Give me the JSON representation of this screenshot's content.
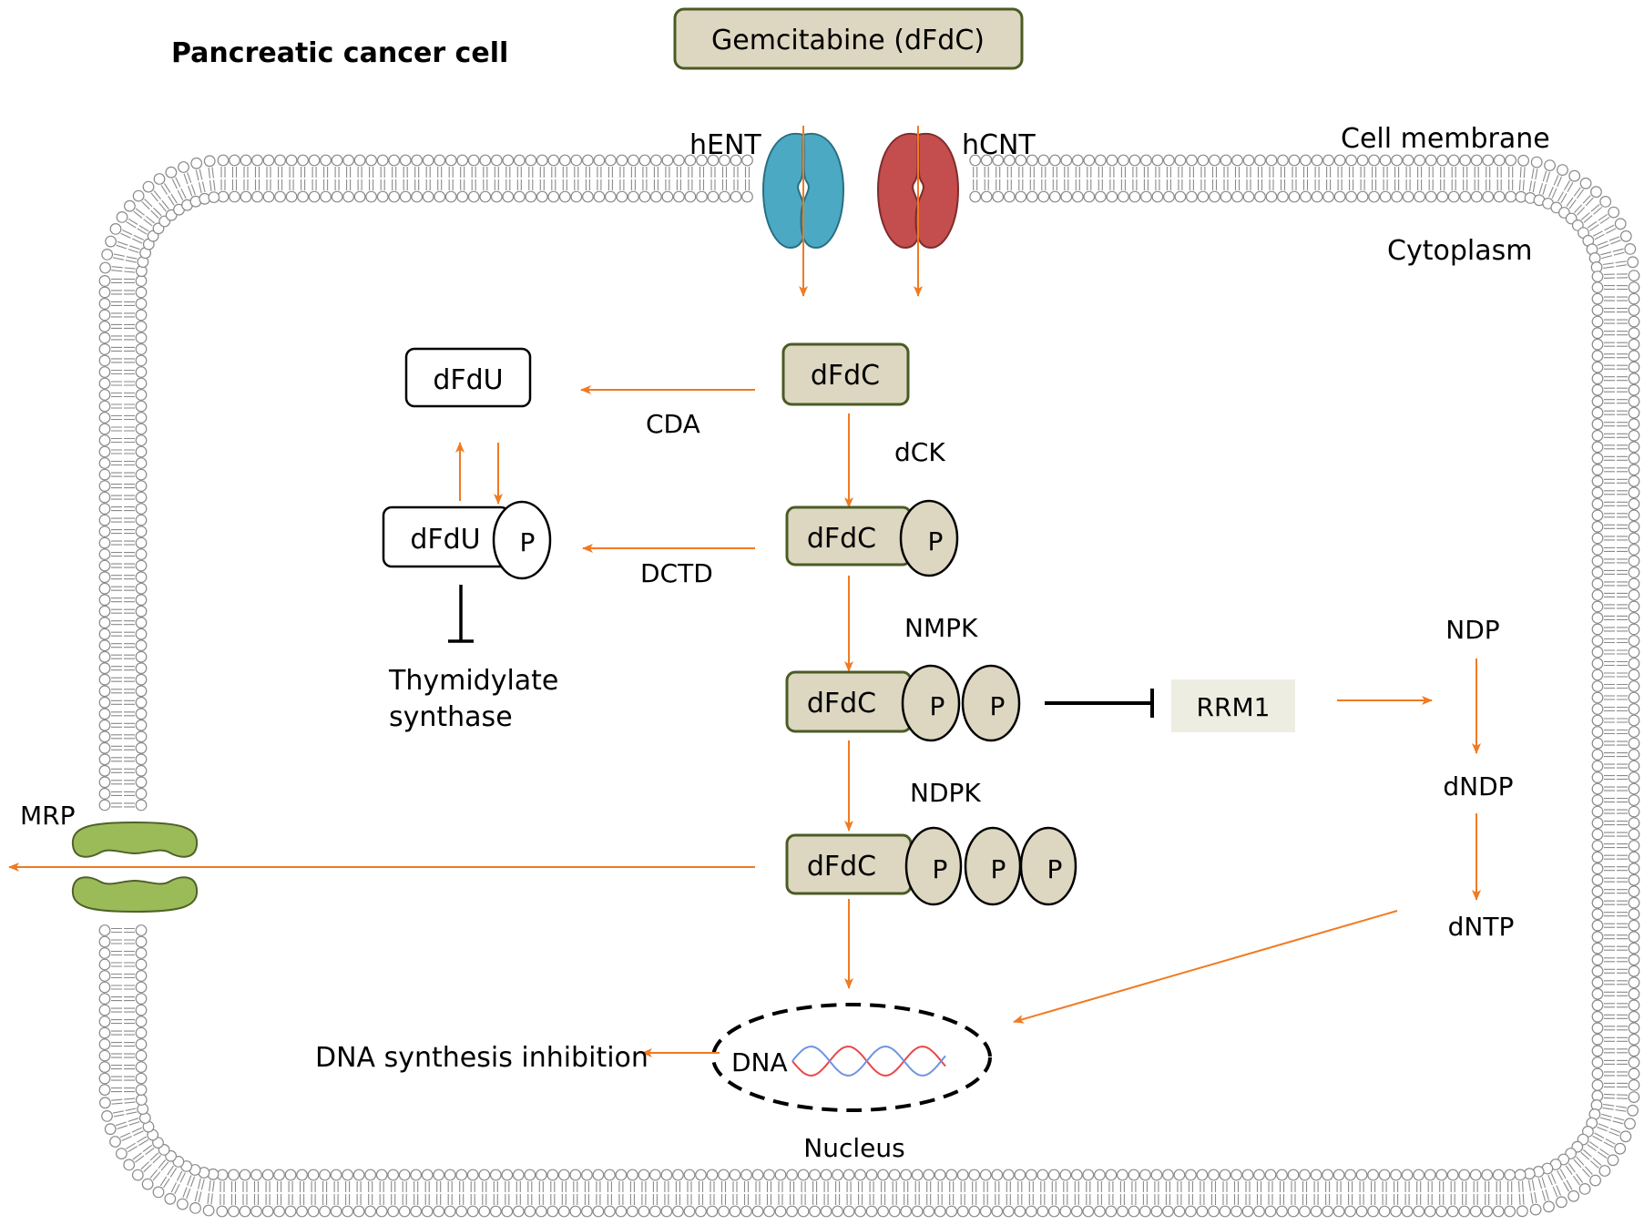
{
  "labels": {
    "title": "Pancreatic cancer cell",
    "drug": "Gemcitabine (dFdC)",
    "hent": "hENT",
    "hcnt": "hCNT",
    "cell_membrane": "Cell membrane",
    "cytoplasm": "Cytoplasm",
    "mrp": "MRP",
    "nucleus": "Nucleus",
    "dna": "DNA",
    "dna_synthesis_inhibition": "DNA synthesis inhibition",
    "thymidylate_1": "Thymidylate",
    "thymidylate_2": "synthase",
    "rrm1": "RRM1",
    "ndp": "NDP",
    "dndp": "dNDP",
    "dntp": "dNTP"
  },
  "nodes": {
    "dfdu": "dFdU",
    "dfdu_p": "dFdU",
    "dfdc": "dFdC",
    "dfdc_p": "dFdC",
    "dfdc_pp": "dFdC",
    "dfdc_ppp": "dFdC",
    "phosphate": "P"
  },
  "enzymes": {
    "cda": "CDA",
    "dctd": "DCTD",
    "dck": "dCK",
    "nmpk": "NMPK",
    "ndpk": "NDPK"
  },
  "colors": {
    "arrow": "#F07A22",
    "node_fill": "#DDD7C1",
    "node_stroke": "#4B5B24",
    "hent": "#4BA9C4",
    "hcnt": "#C44D4D",
    "mrp": "#9BBB59",
    "rrm1_fill": "#EEEDE2",
    "dna_red": "#E8484A",
    "dna_blue": "#6E94E6"
  }
}
